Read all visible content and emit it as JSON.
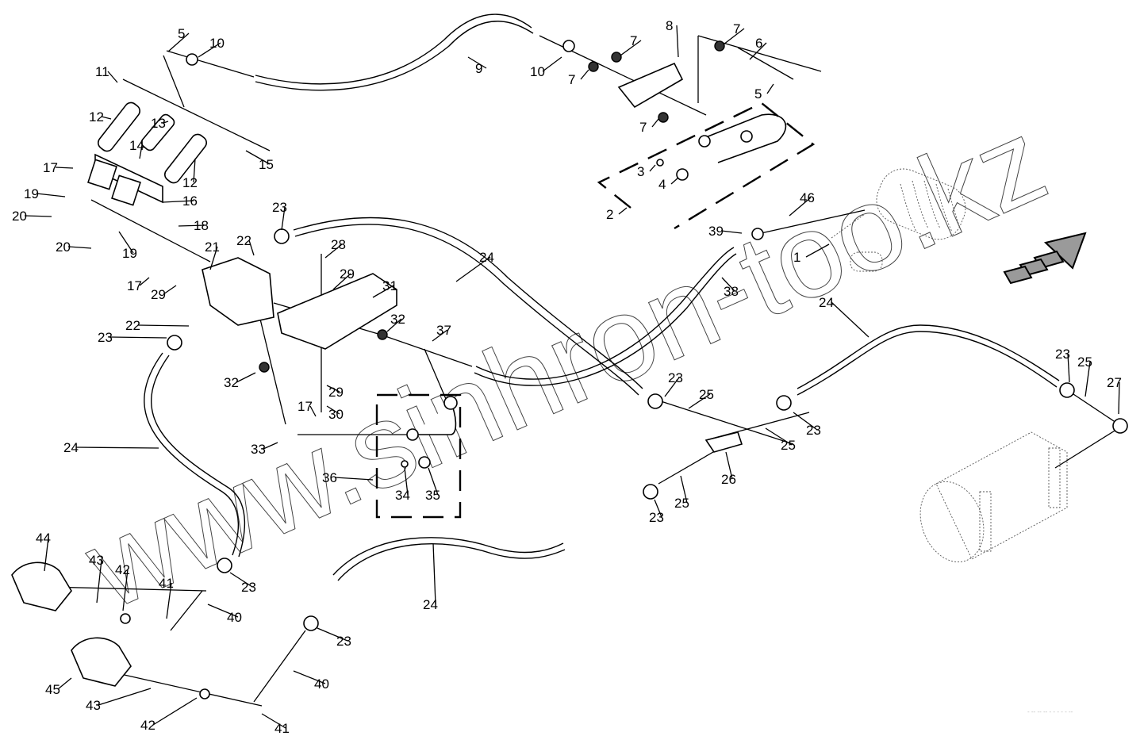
{
  "diagram": {
    "title": "Brake / air line assembly exploded parts view",
    "watermark": "www.sinhron-too.kz",
    "footer_code": "- -- -- -- - - - - - --",
    "direction_indicator": "forward-arrow",
    "callouts": {
      "c1": "1",
      "c2": "2",
      "c3": "3",
      "c4": "4",
      "c5a": "5",
      "c5b": "5",
      "c6": "6",
      "c7a": "7",
      "c7b": "7",
      "c7c": "7",
      "c7d": "7",
      "c8": "8",
      "c9": "9",
      "c10a": "10",
      "c10b": "10",
      "c11": "11",
      "c12a": "12",
      "c12b": "12",
      "c13": "13",
      "c14": "14",
      "c15": "15",
      "c16": "16",
      "c17a": "17",
      "c17b": "17",
      "c17c": "17",
      "c18": "18",
      "c19a": "19",
      "c19b": "19",
      "c20a": "20",
      "c20b": "20",
      "c21": "21",
      "c22a": "22",
      "c22b": "22",
      "c23a": "23",
      "c23b": "23",
      "c23c": "23",
      "c23d": "23",
      "c23e": "23",
      "c23f": "23",
      "c23g": "23",
      "c23h": "23",
      "c24a": "24",
      "c24b": "24",
      "c24c": "24",
      "c24d": "24",
      "c25a": "25",
      "c25b": "25",
      "c25c": "25",
      "c25d": "25",
      "c26": "26",
      "c27": "27",
      "c28": "28",
      "c29a": "29",
      "c29b": "29",
      "c29c": "29",
      "c30": "30",
      "c31": "31",
      "c32a": "32",
      "c32b": "32",
      "c33": "33",
      "c34": "34",
      "c35": "35",
      "c36": "36",
      "c37": "37",
      "c38": "38",
      "c39": "39",
      "c40a": "40",
      "c40b": "40",
      "c41a": "41",
      "c41b": "41",
      "c42a": "42",
      "c42b": "42",
      "c43a": "43",
      "c43b": "43",
      "c44": "44",
      "c45": "45",
      "c46": "46"
    }
  }
}
